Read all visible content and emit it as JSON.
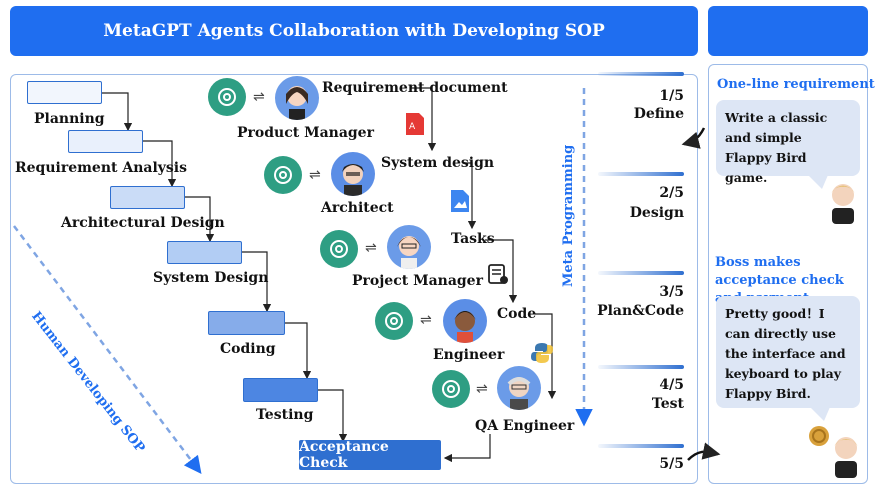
{
  "header": {
    "title": "MetaGPT Agents Collaboration with Developing SOP"
  },
  "waterfall": {
    "steps": [
      {
        "label": "Planning"
      },
      {
        "label": "Requirement Analysis"
      },
      {
        "label": "Architectural Design"
      },
      {
        "label": "System Design"
      },
      {
        "label": "Coding"
      },
      {
        "label": "Testing"
      }
    ],
    "side_label": "Human Developing SOP",
    "final": "Acceptance Check"
  },
  "agents": [
    {
      "role": "Product Manager",
      "artifact": "Requirement document"
    },
    {
      "role": "Architect",
      "artifact": "System design"
    },
    {
      "role": "Project Manager",
      "artifact": "Tasks"
    },
    {
      "role": "Engineer",
      "artifact": "Code"
    },
    {
      "role": "QA Engineer",
      "artifact": ""
    }
  ],
  "meta_label": "Meta Programming",
  "stages": [
    {
      "num": "1/5",
      "name": "Define"
    },
    {
      "num": "2/5",
      "name": "Design"
    },
    {
      "num": "3/5",
      "name": "Plan&Code"
    },
    {
      "num": "4/5",
      "name": "Test"
    },
    {
      "num": "5/5",
      "name": ""
    }
  ],
  "side": {
    "requirement_title": "One-line requirement",
    "requirement_text": "Write a classic and simple Flappy Bird game.",
    "boss_title": "Boss makes acceptance check and payment",
    "boss_text": "Pretty good！I can directly use the interface and keyboard to play Flappy Bird."
  },
  "colors": {
    "accent": "#1f6ef0",
    "gpt": "#2e9e83",
    "box": "#2f6fd0"
  }
}
